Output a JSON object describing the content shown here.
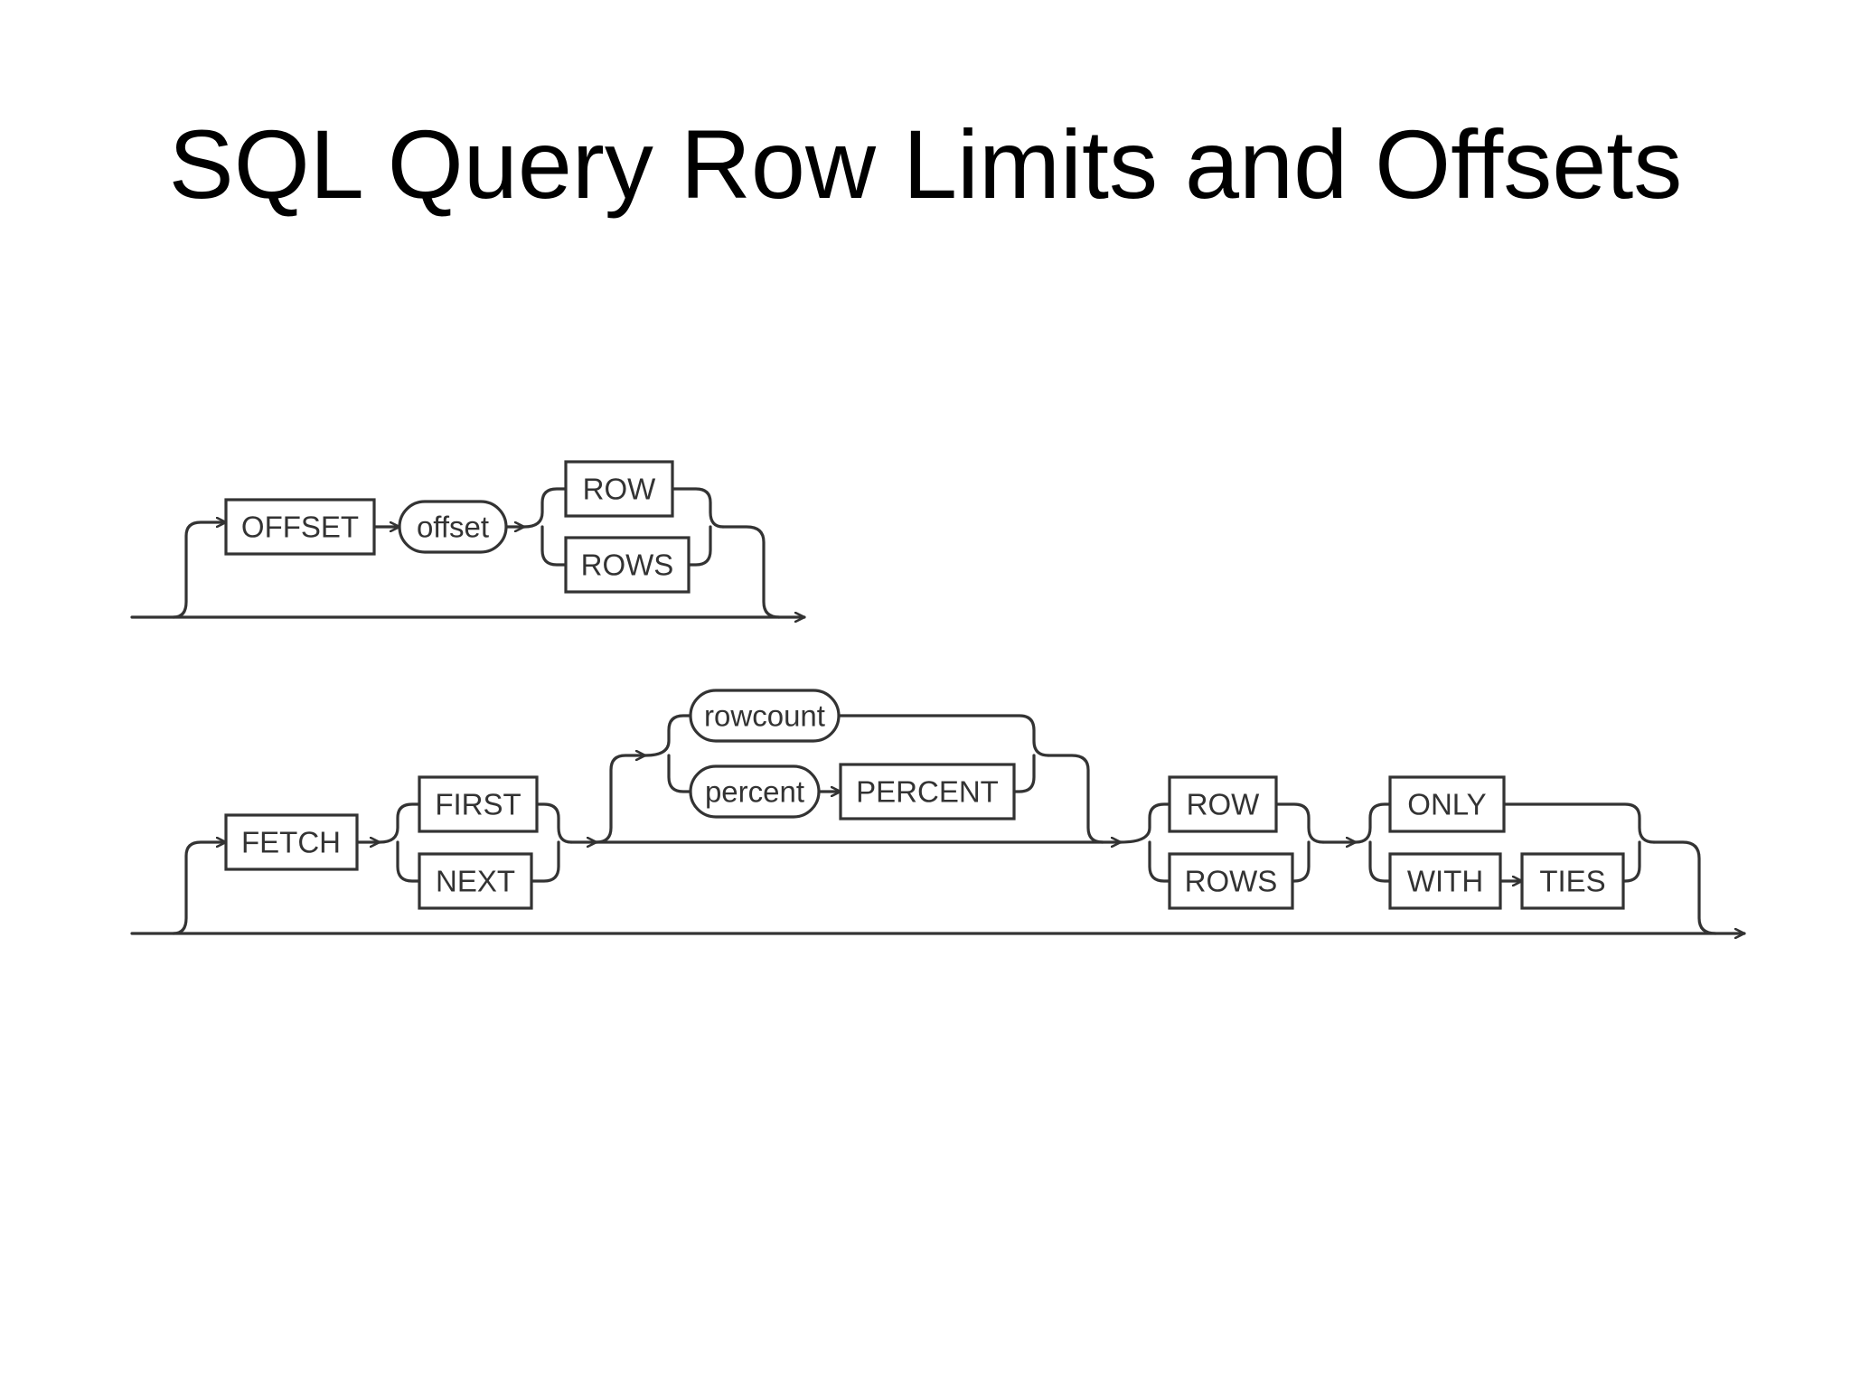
{
  "title": "SQL Query Row Limits and Offsets",
  "offset_clause": {
    "keyword": "OFFSET",
    "variable": "offset",
    "options": [
      "ROW",
      "ROWS"
    ]
  },
  "fetch_clause": {
    "keyword": "FETCH",
    "first_next": [
      "FIRST",
      "NEXT"
    ],
    "count_options": {
      "rowcount": "rowcount",
      "percent": "percent",
      "percent_keyword": "PERCENT"
    },
    "row_rows": [
      "ROW",
      "ROWS"
    ],
    "ending": {
      "only": "ONLY",
      "with": "WITH",
      "ties": "TIES"
    }
  }
}
